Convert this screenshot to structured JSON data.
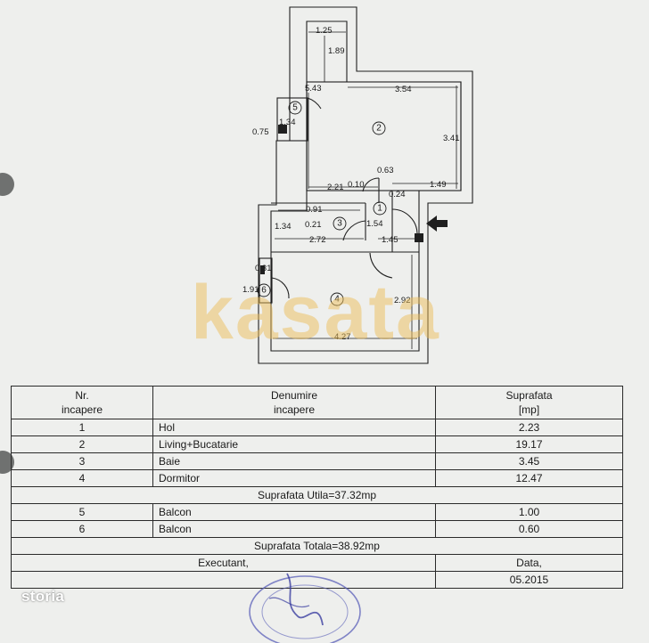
{
  "plan": {
    "dimensions": [
      "1.25",
      "1.89",
      "5.43",
      "3.54",
      "3.41",
      "1.34",
      "0.75",
      "0.63",
      "2.21",
      "0.10",
      "0.24",
      "1.49",
      "0.91",
      "0.21",
      "1.54",
      "1.34",
      "2.72",
      "1.45",
      "0.31",
      "1.91",
      "2.92",
      "4.27"
    ],
    "room_numbers": [
      "1",
      "2",
      "3",
      "4",
      "5",
      "6"
    ]
  },
  "watermark": "kasata",
  "table": {
    "headers": {
      "nr": "Nr.\nincapere",
      "name": "Denumire\nincapere",
      "area": "Suprafata\n[mp]"
    },
    "rows": [
      {
        "nr": "1",
        "name": "Hol",
        "area": "2.23"
      },
      {
        "nr": "2",
        "name": "Living+Bucatarie",
        "area": "19.17"
      },
      {
        "nr": "3",
        "name": "Baie",
        "area": "3.45"
      },
      {
        "nr": "4",
        "name": "Dormitor",
        "area": "12.47"
      }
    ],
    "useful_total": "Suprafata Utila=37.32mp",
    "balcony_rows": [
      {
        "nr": "5",
        "name": "Balcon",
        "area": "1.00"
      },
      {
        "nr": "6",
        "name": "Balcon",
        "area": "0.60"
      }
    ],
    "grand_total": "Suprafata Totala=38.92mp",
    "executant_label": "Executant,",
    "date_label": "Data,",
    "date_value": "05.2015"
  },
  "brand": "storia"
}
